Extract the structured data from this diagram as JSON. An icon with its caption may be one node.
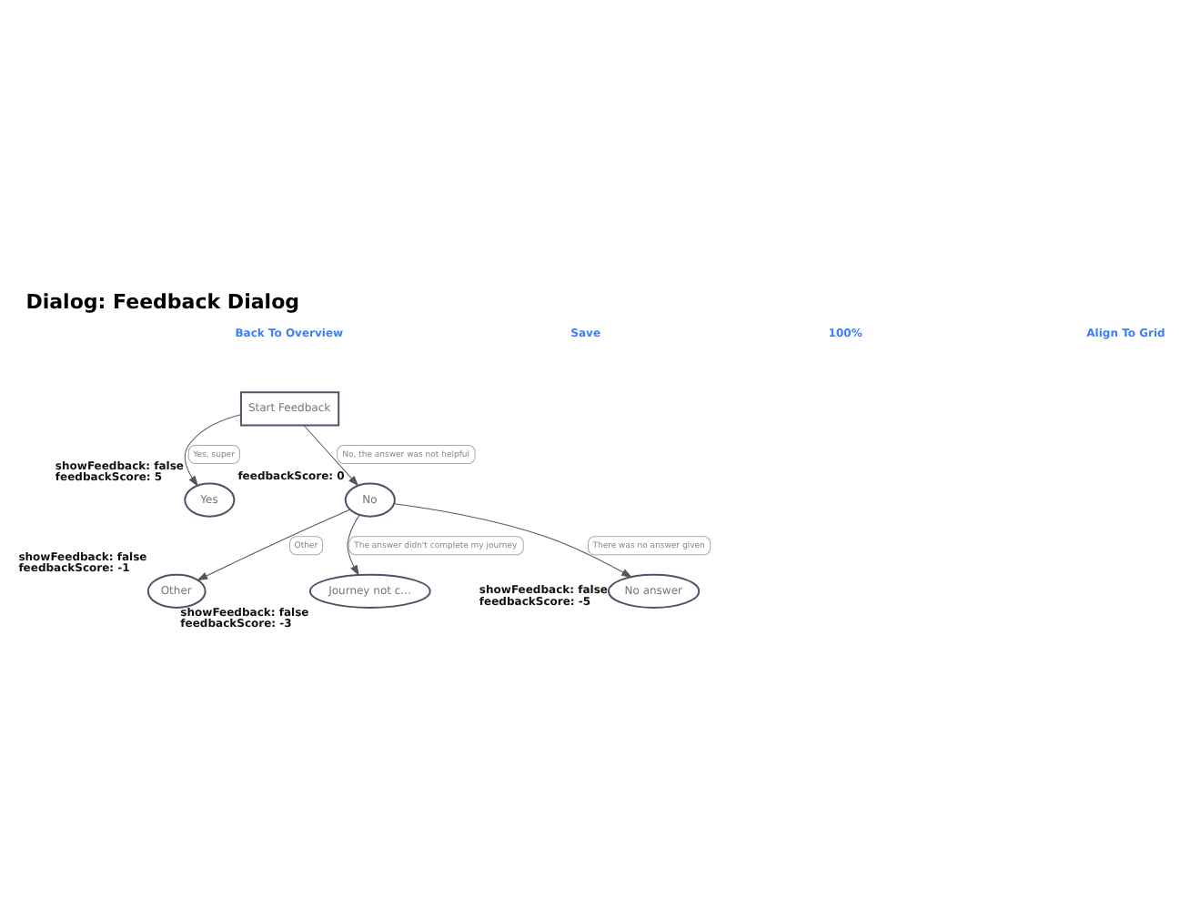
{
  "diagram": {
    "title": "Dialog: Feedback Dialog",
    "nodes": [
      {
        "text": [
          "Start Feedback"
        ]
      },
      {
        "text": [
          "Yes"
        ],
        "beside": [
          "showFeedback: false",
          "feedbackScore: 5"
        ]
      },
      {
        "text": [
          "No"
        ],
        "beside": [
          "feedbackScore: 0"
        ]
      },
      {
        "text": [
          "Other"
        ],
        "beside": [
          "showFeedback: false",
          "feedbackScore: -1"
        ]
      },
      {
        "text": [
          "Journey not c..."
        ],
        "beside": [
          "showFeedback: false",
          "feedbackScore: -3"
        ]
      },
      {
        "text": [
          "No answer"
        ],
        "beside": [
          "showFeedback: false",
          "feedbackScore: -5"
        ]
      }
    ],
    "edges": [
      {
        "from": 0,
        "to": 1,
        "arrow": "to",
        "label": "Yes, super"
      },
      {
        "from": 0,
        "to": 2,
        "arrow": "to",
        "label": "No, the answer was not helpful"
      },
      {
        "from": 2,
        "to": 3,
        "arrow": "to",
        "label": "Other"
      },
      {
        "from": 2,
        "to": 4,
        "arrow": "to",
        "label": "The answer didn't complete my journey"
      },
      {
        "from": 2,
        "to": 5,
        "arrow": "to",
        "label": "There was no answer given"
      }
    ],
    "labels": [
      "Back To Overview",
      "Save",
      "100%",
      "Align To Grid"
    ]
  }
}
